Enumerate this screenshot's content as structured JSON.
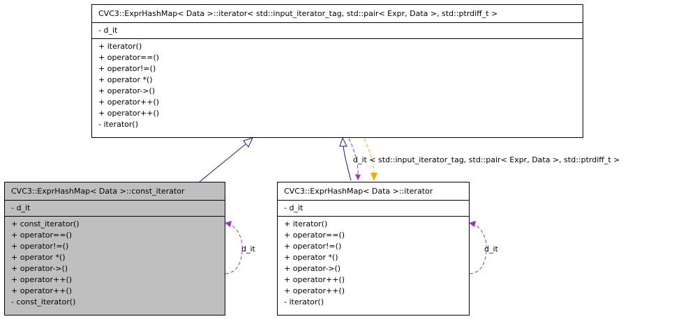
{
  "classes": {
    "base": {
      "title": "CVC3::ExprHashMap< Data >::iterator< std::input_iterator_tag, std::pair< Expr, Data >, std::ptrdiff_t >",
      "attributes": [
        "- d_it"
      ],
      "methods": [
        "+ iterator()",
        "+ operator==()",
        "+ operator!=()",
        "+ operator *()",
        "+ operator->()",
        "+ operator++()",
        "+ operator++()",
        "- iterator()"
      ]
    },
    "const_iterator": {
      "title": "CVC3::ExprHashMap< Data >::const_iterator",
      "attributes": [
        "- d_it"
      ],
      "methods": [
        "+ const_iterator()",
        "+ operator==()",
        "+ operator!=()",
        "+ operator *()",
        "+ operator->()",
        "+ operator++()",
        "+ operator++()",
        "- const_iterator()"
      ]
    },
    "iterator": {
      "title": "CVC3::ExprHashMap< Data >::iterator",
      "attributes": [
        "- d_it"
      ],
      "methods": [
        "+ iterator()",
        "+ operator==()",
        "+ operator!=()",
        "+ operator *()",
        "+ operator->()",
        "+ operator++()",
        "+ operator++()",
        "- iterator()"
      ]
    }
  },
  "edge_labels": {
    "const_self": "d_it",
    "iter_self": "d_it",
    "template_binding": "d_it < std::input_iterator_tag, std::pair< Expr, Data >, std::ptrdiff_t >"
  },
  "colors": {
    "inheritance": "#191970",
    "usage": "#9a32cd",
    "template": "#ffa500",
    "highlight_fill": "#bfbfbf"
  }
}
